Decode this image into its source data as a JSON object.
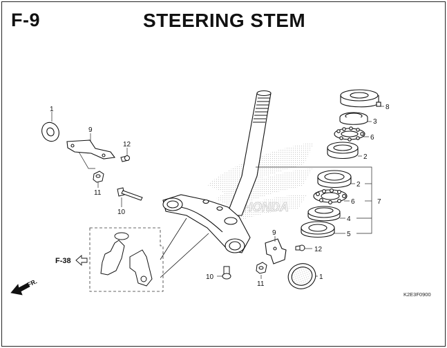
{
  "header": {
    "section_code": "F-9",
    "title": "STEERING STEM"
  },
  "diagram": {
    "callouts": {
      "c1_left": "1",
      "c9_left": "9",
      "c12_left": "12",
      "c11_left": "11",
      "c10_top": "10",
      "c8": "8",
      "c3": "3",
      "c6_upper": "6",
      "c2_upper": "2",
      "c2_lower": "2",
      "c6_lower": "6",
      "c7": "7",
      "c4": "4",
      "c5": "5",
      "c9_right": "9",
      "c12_right": "12",
      "c10_bottom": "10",
      "c11_right": "11",
      "c1_right": "1"
    },
    "reference": "F-38",
    "direction": "FR.",
    "watermark": "HONDA",
    "diagram_code": "K2E3F0900"
  }
}
